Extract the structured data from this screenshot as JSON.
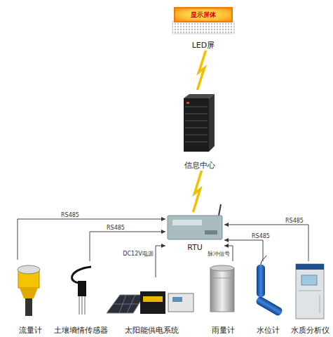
{
  "diagram": {
    "nodes": [
      {
        "text": [
          "显示屏体",
          "LED屏"
        ]
      },
      {
        "text": [
          "信息中心"
        ]
      },
      {
        "text": [
          "RTU"
        ]
      },
      {
        "text": [
          "流量计"
        ]
      },
      {
        "text": [
          "土壤墒情传感器"
        ]
      },
      {
        "text": [
          "太阳能供电系统"
        ]
      },
      {
        "text": [
          "雨量计"
        ]
      },
      {
        "text": [
          "水位计"
        ]
      },
      {
        "text": [
          "水质分析仪"
        ]
      }
    ],
    "edges": [
      {
        "from": 0,
        "to": 1,
        "arrow": "none"
      },
      {
        "from": 1,
        "to": 2,
        "arrow": "none"
      },
      {
        "from": 3,
        "to": 2,
        "label": "RS485",
        "arrow": "to"
      },
      {
        "from": 4,
        "to": 2,
        "label": "RS485",
        "arrow": "to"
      },
      {
        "from": 5,
        "to": 2,
        "label": "DC12V电源",
        "arrow": "to"
      },
      {
        "from": 6,
        "to": 2,
        "label": "脉冲信号",
        "arrow": "to"
      },
      {
        "from": 7,
        "to": 2,
        "label": "RS485",
        "arrow": "to"
      },
      {
        "from": 8,
        "to": 2,
        "label": "RS485",
        "arrow": "to"
      }
    ]
  }
}
